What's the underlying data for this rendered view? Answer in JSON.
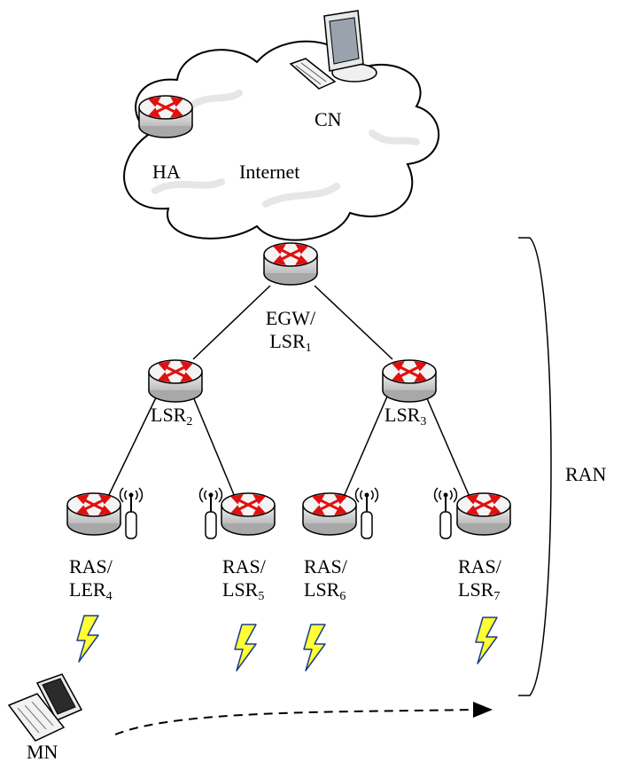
{
  "cloud_label": "Internet",
  "home_agent": {
    "label": "HA"
  },
  "correspondent_node": {
    "label": "CN"
  },
  "gateway": {
    "line1": "EGW/",
    "name": "LSR",
    "sub": "1"
  },
  "routers": [
    {
      "name": "LSR",
      "sub": "2"
    },
    {
      "name": "LSR",
      "sub": "3"
    }
  ],
  "access_routers": [
    {
      "line1": "RAS/",
      "name": "LER",
      "sub": "4"
    },
    {
      "line1": "RAS/",
      "name": "LSR",
      "sub": "5"
    },
    {
      "line1": "RAS/",
      "name": "LSR",
      "sub": "6"
    },
    {
      "line1": "RAS/",
      "name": "LSR",
      "sub": "7"
    }
  ],
  "region": {
    "label": "RAN"
  },
  "mobile_node": {
    "label": "MN"
  },
  "colors": {
    "router_body": "#d9d9d9",
    "router_arrow": "#e01010",
    "lightning": "#ffff33",
    "cloud_fill": "#ffffff"
  }
}
